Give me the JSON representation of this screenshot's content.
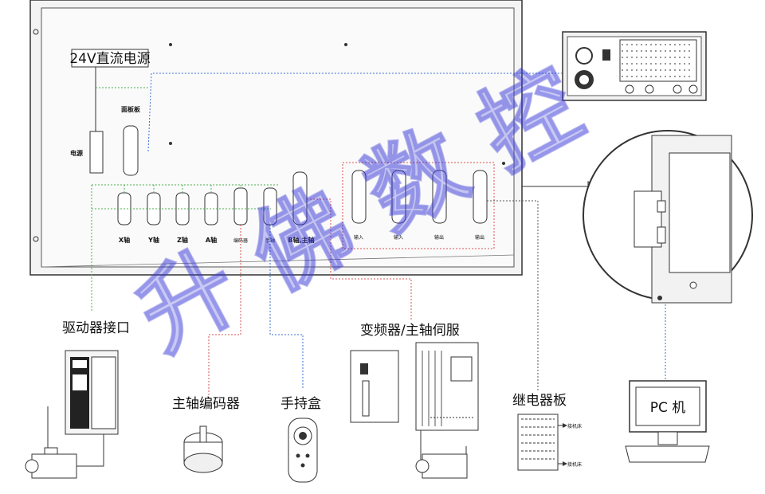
{
  "controller": {
    "power_label": "24V直流电源",
    "battery_label": "电源",
    "panel_label": "面板板",
    "axis_ports": [
      "X轴",
      "Y轴",
      "Z轴",
      "A轴",
      "编码器",
      "手轴",
      "B轴,主轴"
    ],
    "io_ports": [
      "输入",
      "输入",
      "输出",
      "输出"
    ]
  },
  "devices": {
    "driver": "驱动器接口",
    "encoder": "主轴编码器",
    "handwheel": "手持盒",
    "inverter": "变频器/主轴伺服",
    "relay": "继电器板",
    "pc": "PC 机"
  },
  "relay_notes": [
    "接机床",
    "接机床"
  ],
  "watermark": "升 佛 数 控",
  "colors": {
    "outline": "#333333",
    "wire_green": "#4caf50",
    "wire_red": "#d9534f",
    "wire_blue": "#3b6fd6",
    "wire_gray": "#555555",
    "watermark": "#3a3ad8"
  }
}
